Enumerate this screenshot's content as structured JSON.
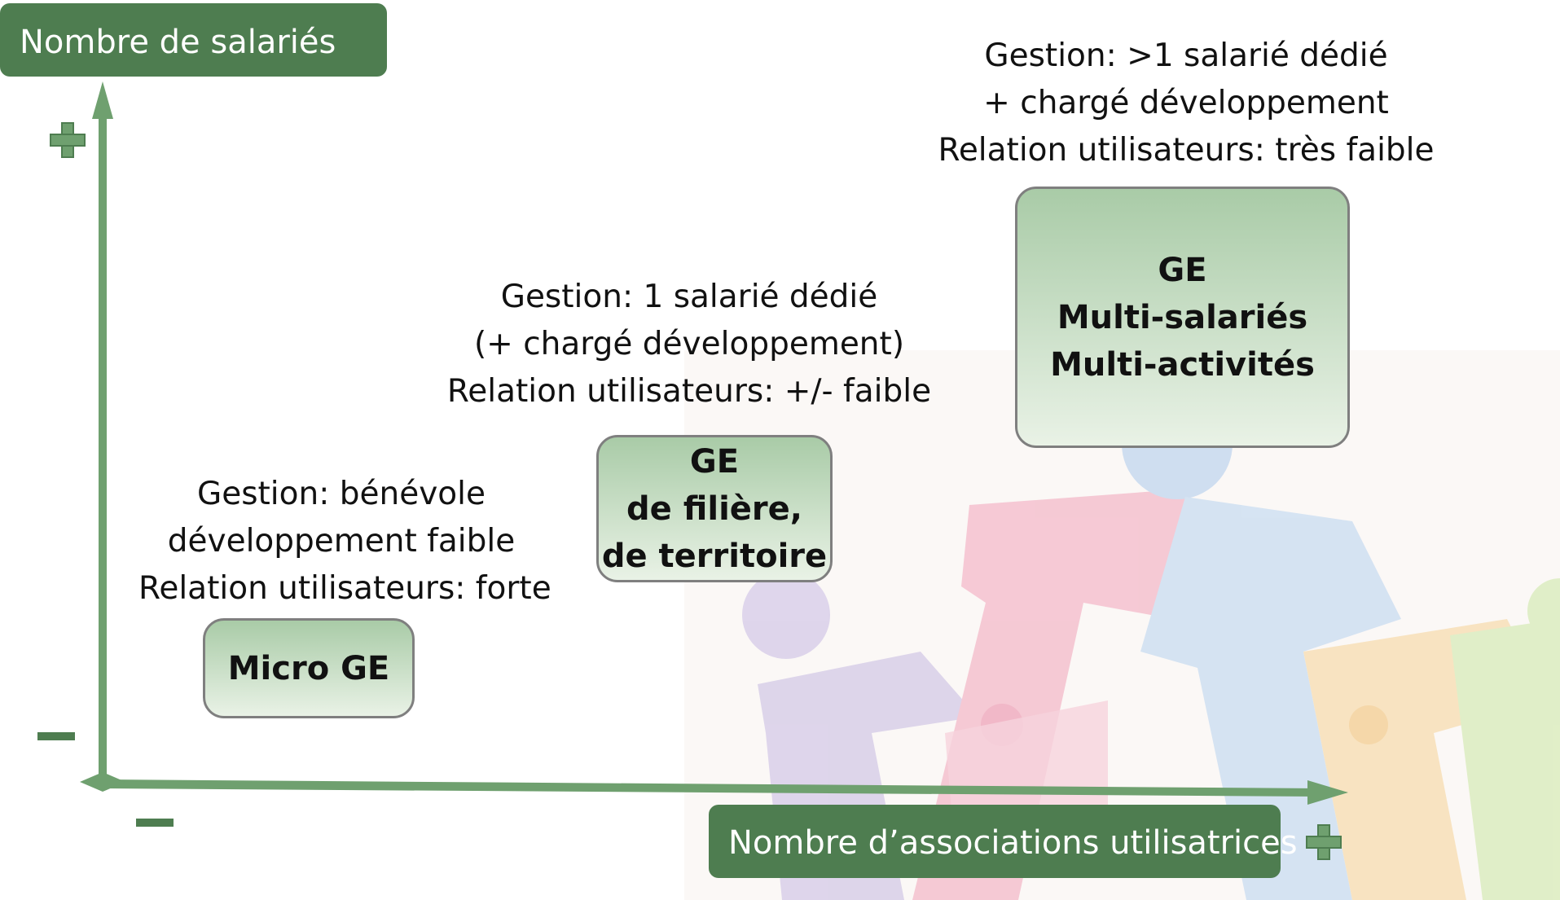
{
  "axes": {
    "y_label": "Nombre de  salariés",
    "x_label": "Nombre d’associations utilisatrices",
    "y_max_sign": "plus",
    "y_min_sign": "minus",
    "x_min_sign": "minus",
    "x_max_sign": "plus",
    "color": "#6fa06f",
    "label_bg": "#4e7d50"
  },
  "tiers": [
    {
      "description": [
        "Gestion: bénévole",
        "développement faible",
        "Relation utilisateurs: forte"
      ],
      "box_lines": [
        "Micro  GE"
      ]
    },
    {
      "description": [
        "Gestion: 1 salarié dédié",
        "(+ chargé développement)",
        "Relation utilisateurs: +/-  faible"
      ],
      "box_lines": [
        "GE",
        "de filière,",
        "de territoire"
      ]
    },
    {
      "description": [
        "Gestion: >1 salarié dédié",
        "+ chargé développement",
        "Relation utilisateurs: très  faible"
      ],
      "box_lines": [
        "GE",
        "Multi-salariés",
        "Multi-activités"
      ]
    }
  ],
  "watermark_colors": [
    "#c9c0e0",
    "#f2b3c4",
    "#c4d7ee",
    "#f8ddb0",
    "#d6ebb4"
  ]
}
